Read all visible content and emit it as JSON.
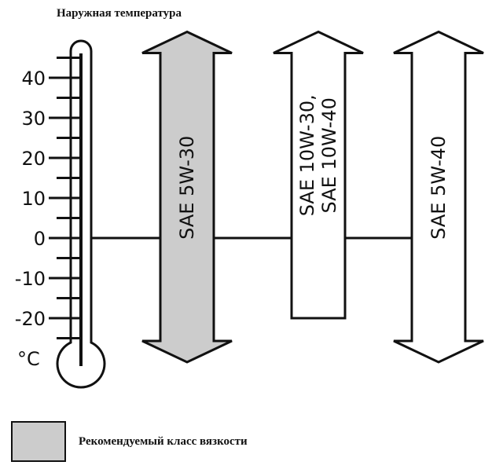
{
  "title": "Наружная температура",
  "thermometer": {
    "unit": "°C",
    "ticks": [
      {
        "value": 40,
        "label": "40"
      },
      {
        "value": 30,
        "label": "30"
      },
      {
        "value": 20,
        "label": "20"
      },
      {
        "value": 10,
        "label": "10"
      },
      {
        "value": 0,
        "label": "0"
      },
      {
        "value": -10,
        "label": "-10"
      },
      {
        "value": -20,
        "label": "-20"
      }
    ]
  },
  "grades": [
    {
      "lines": [
        "SAE 5W-30"
      ],
      "min": -30,
      "max": 45,
      "recommended": true
    },
    {
      "lines": [
        "SAE 10W-30,",
        "SAE 10W-40"
      ],
      "min": -20,
      "max": 45,
      "recommended": false
    },
    {
      "lines": [
        "SAE 5W-40"
      ],
      "min": -30,
      "max": 45,
      "recommended": false
    }
  ],
  "legend": {
    "label": "Рекомендуемый класс вязкости"
  },
  "colors": {
    "recommended_fill": "#cccccc",
    "default_fill": "#ffffff",
    "stroke": "#111111"
  }
}
